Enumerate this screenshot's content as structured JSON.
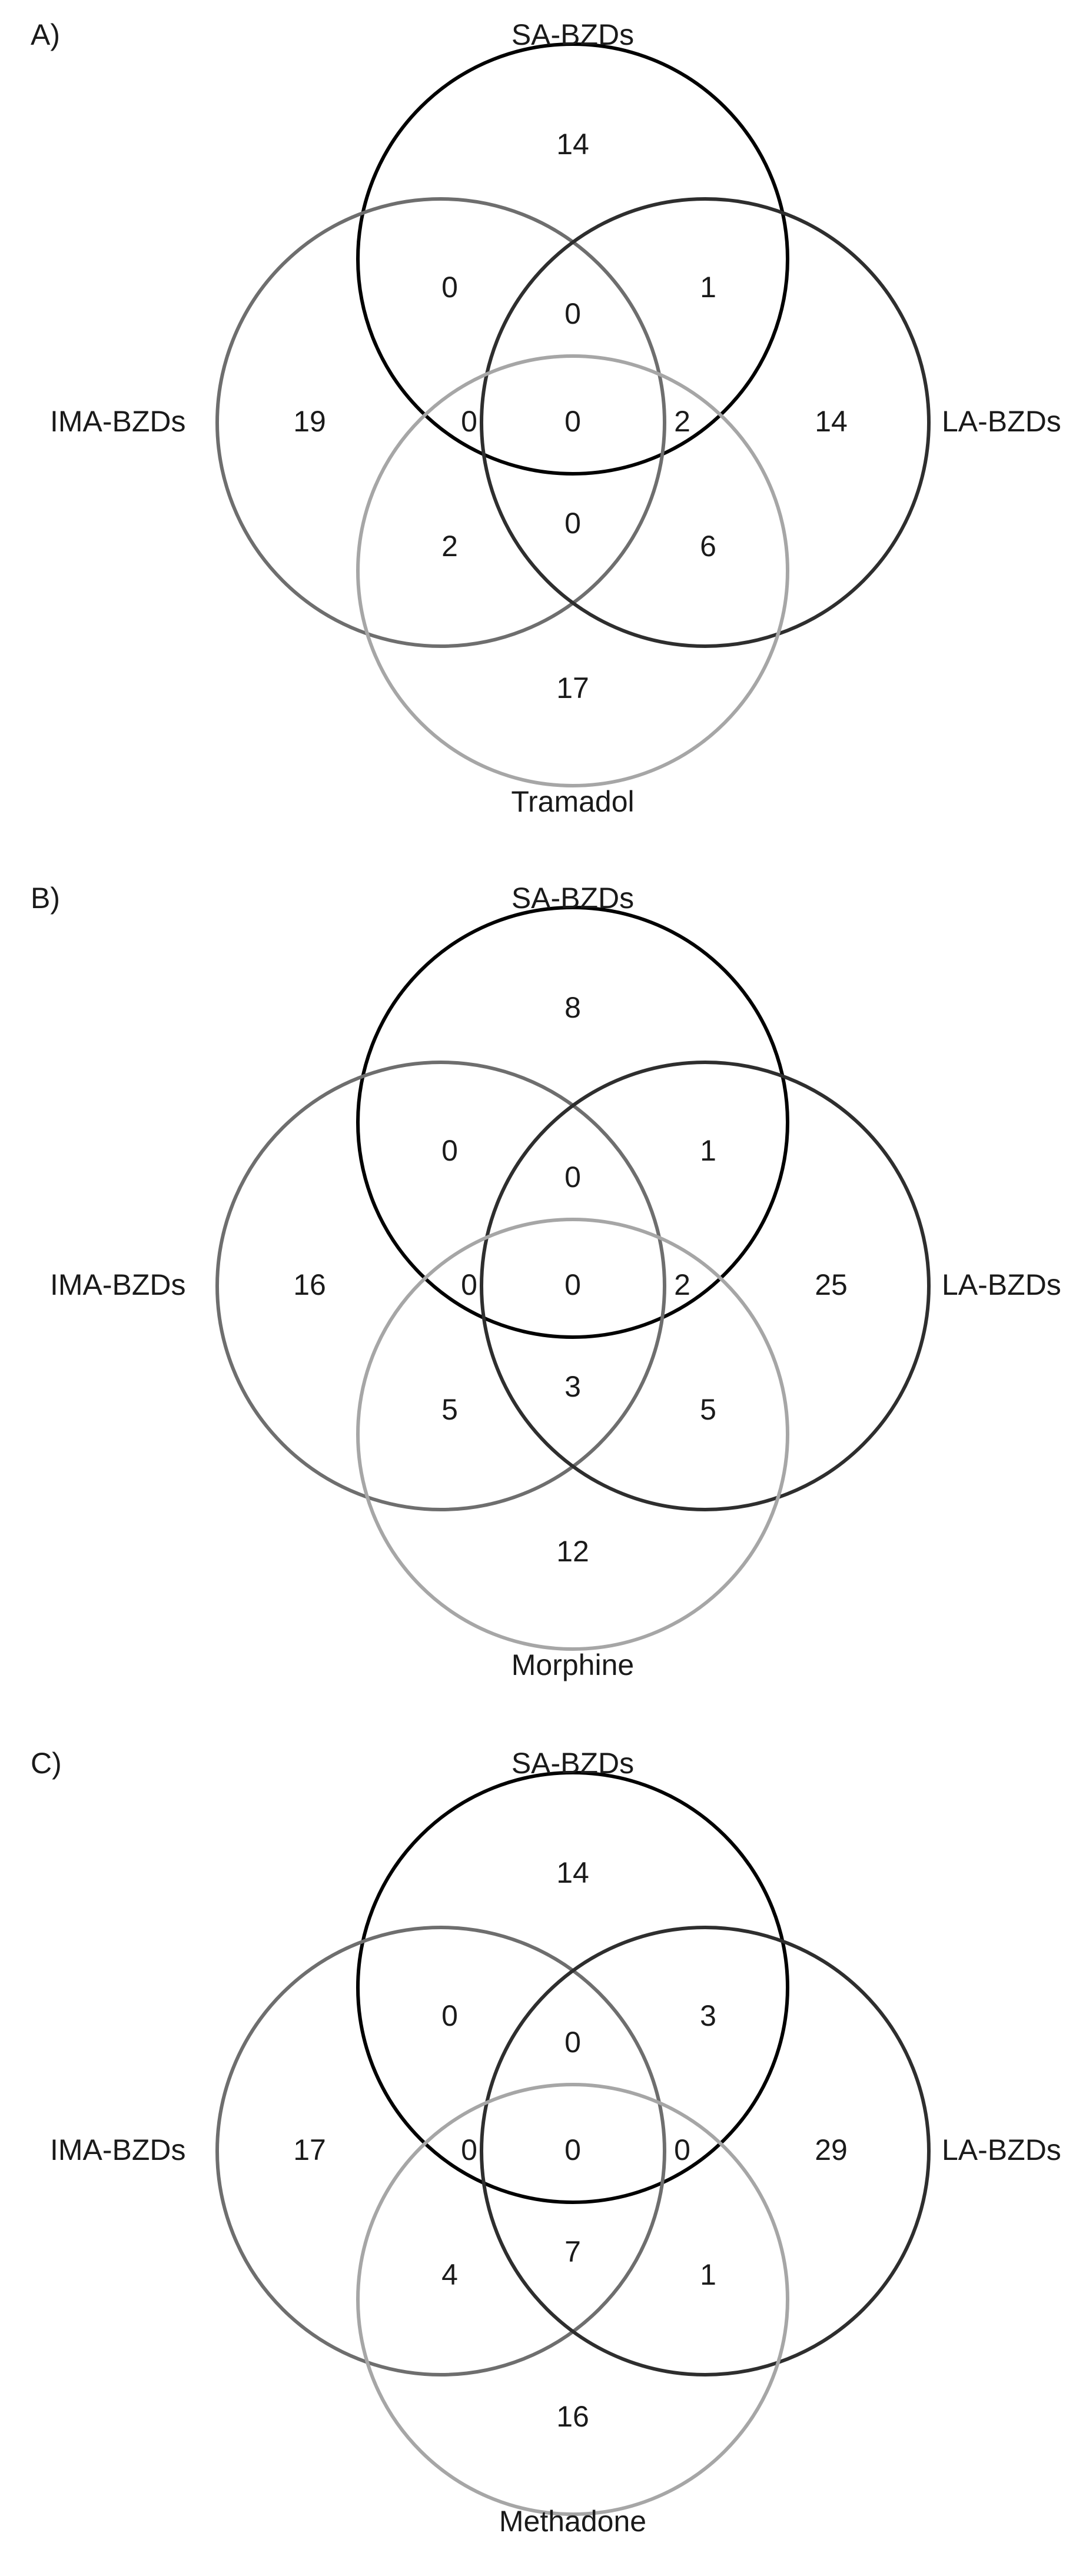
{
  "panels": [
    {
      "panel_label": "A)",
      "sets": {
        "top": "SA-BZDs",
        "left": "IMA-BZDs",
        "right": "LA-BZDs",
        "bottom": "Tramadol"
      },
      "counts": {
        "sa_only": "14",
        "ima_sa": "0",
        "sa_la": "1",
        "ima_sa_la": "0",
        "ima_only": "19",
        "ima_sa_opioid": "0",
        "all_four": "0",
        "sa_la_opioid": "2",
        "la_only": "14",
        "ima_opioid": "2",
        "ima_la_opioid": "0",
        "la_opioid": "6",
        "opioid_only": "17"
      }
    },
    {
      "panel_label": "B)",
      "sets": {
        "top": "SA-BZDs",
        "left": "IMA-BZDs",
        "right": "LA-BZDs",
        "bottom": "Morphine"
      },
      "counts": {
        "sa_only": "8",
        "ima_sa": "0",
        "sa_la": "1",
        "ima_sa_la": "0",
        "ima_only": "16",
        "ima_sa_opioid": "0",
        "all_four": "0",
        "sa_la_opioid": "2",
        "la_only": "25",
        "ima_opioid": "5",
        "ima_la_opioid": "3",
        "la_opioid": "5",
        "opioid_only": "12"
      }
    },
    {
      "panel_label": "C)",
      "sets": {
        "top": "SA-BZDs",
        "left": "IMA-BZDs",
        "right": "LA-BZDs",
        "bottom": "Methadone"
      },
      "counts": {
        "sa_only": "14",
        "ima_sa": "0",
        "sa_la": "3",
        "ima_sa_la": "0",
        "ima_only": "17",
        "ima_sa_opioid": "0",
        "all_four": "0",
        "sa_la_opioid": "0",
        "la_only": "29",
        "ima_opioid": "4",
        "ima_la_opioid": "7",
        "la_opioid": "1",
        "opioid_only": "16"
      }
    }
  ],
  "colors": {
    "top_circle": "#000000",
    "left_circle": "#6e6e6e",
    "right_circle": "#2e2e2e",
    "bottom_circle": "#a6a6a6"
  }
}
